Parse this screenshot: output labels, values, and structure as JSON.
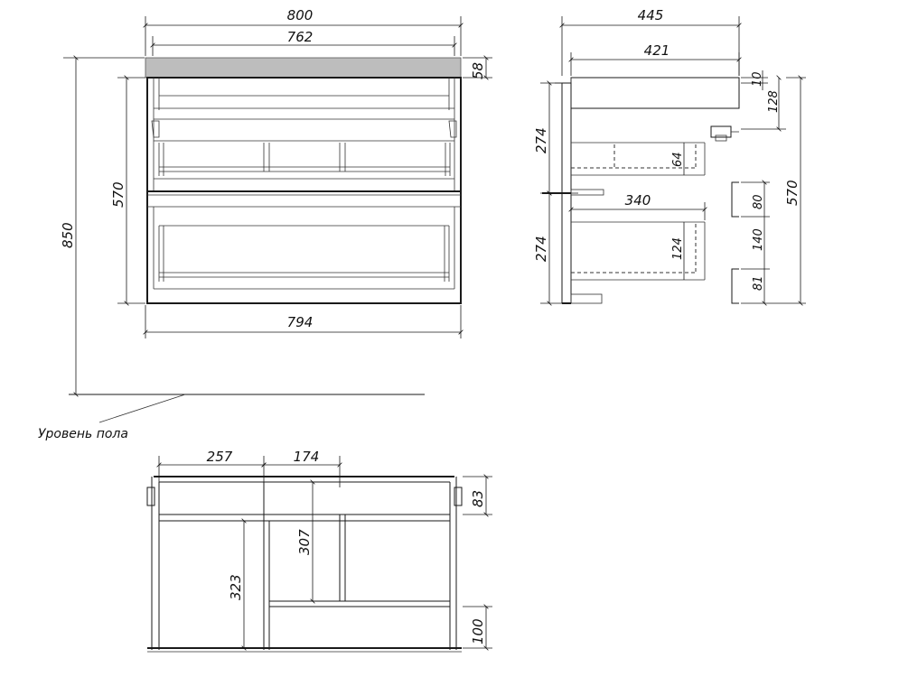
{
  "front_view": {
    "width_top": "800",
    "width_top_inner": "762",
    "countertop_height": "58",
    "body_height": "570",
    "total_height": "850",
    "width_bottom": "794"
  },
  "floor_label": "Уровень пола",
  "side_view": {
    "depth_top": "445",
    "depth_body": "421",
    "top_drawer_height": "274",
    "bottom_drawer_height": "274",
    "drawer_inner_depth": "340",
    "top_drawer_inner_height": "64",
    "bottom_drawer_inner_height": "124",
    "dim_10": "10",
    "dim_128": "128",
    "dim_570": "570",
    "dim_80": "80",
    "dim_140": "140",
    "dim_81": "81"
  },
  "plan_view": {
    "dim_257": "257",
    "dim_174": "174",
    "dim_83": "83",
    "dim_307": "307",
    "dim_323": "323",
    "dim_100": "100"
  }
}
